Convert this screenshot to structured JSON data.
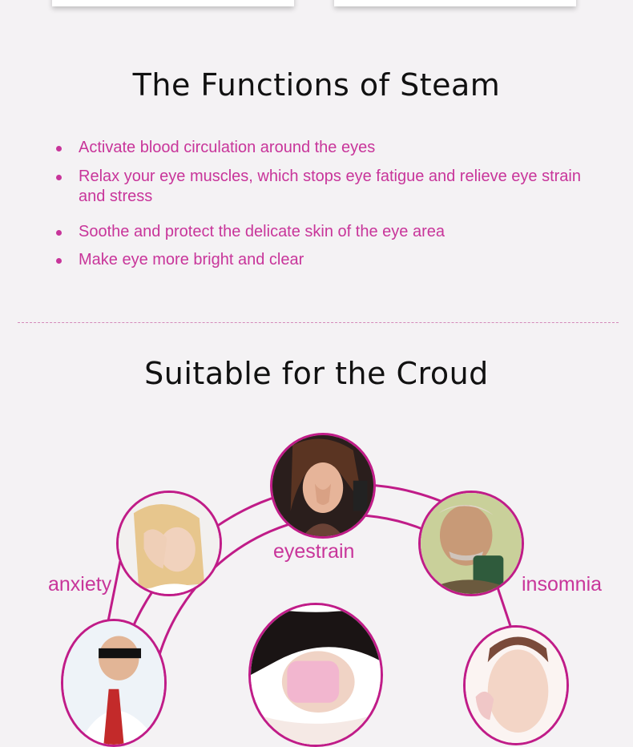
{
  "functions": {
    "title": "The Functions of Steam",
    "items": [
      "Activate blood circulation around the eyes",
      "Relax your eye muscles, which stops eye fatigue and relieve eye strain and stress",
      "Soothe and protect the delicate skin of the eye area",
      "Make eye more bright and clear"
    ]
  },
  "croud": {
    "title": "Suitable for the Croud",
    "labels": {
      "eyestrain": "eyestrain",
      "anxiety": "anxiety",
      "insomnia": "insomnia"
    }
  },
  "colors": {
    "accent": "#c8359a",
    "ring": "#c01c88",
    "background": "#f4f2f4"
  }
}
